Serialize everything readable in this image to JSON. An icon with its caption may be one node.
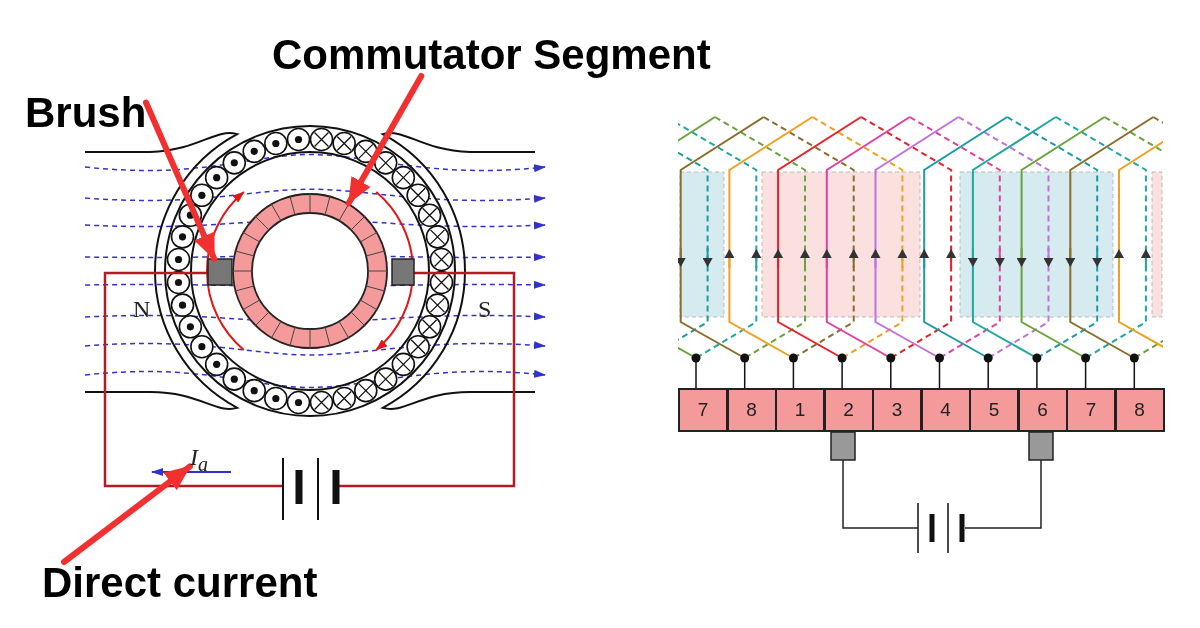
{
  "diagram": {
    "nodes": [
      {
        "text": [
          "Brush"
        ]
      },
      {
        "text": [],
        "shape": "box"
      },
      {
        "text": [
          "Commutator Segment"
        ]
      },
      {
        "text": [],
        "shape": "circle"
      },
      {
        "text": [
          "Direct current"
        ]
      },
      {
        "text": [
          "7"
        ]
      },
      {
        "text": [
          "8"
        ]
      },
      {
        "text": [
          "1"
        ]
      },
      {
        "text": [
          "2"
        ]
      },
      {
        "text": [
          "3"
        ]
      },
      {
        "text": [
          "4"
        ]
      },
      {
        "text": [
          "5"
        ]
      },
      {
        "text": [
          "6"
        ]
      },
      {
        "text": [
          "7"
        ]
      },
      {
        "text": [
          "8"
        ]
      },
      {
        "text": [
          "I$_{a}$"
        ]
      },
      {
        "text": [],
        "shape": "box"
      },
      {
        "text": [],
        "shape": "box"
      },
      {
        "text": [],
        "shape": "battery"
      }
    ],
    "edges": [
      {
        "from": 0,
        "to": 1,
        "arrow": "to"
      },
      {
        "from": 2,
        "to": 3,
        "arrow": "to"
      },
      {
        "from": 4,
        "to": 15,
        "arrow": "to"
      },
      {
        "from": 16,
        "to": 18,
        "arrow": "none",
        "color": "#222222"
      },
      {
        "from": 17,
        "to": 18,
        "arrow": "none",
        "color": "#222222"
      }
    ],
    "labels": [
      "N",
      "S"
    ]
  }
}
